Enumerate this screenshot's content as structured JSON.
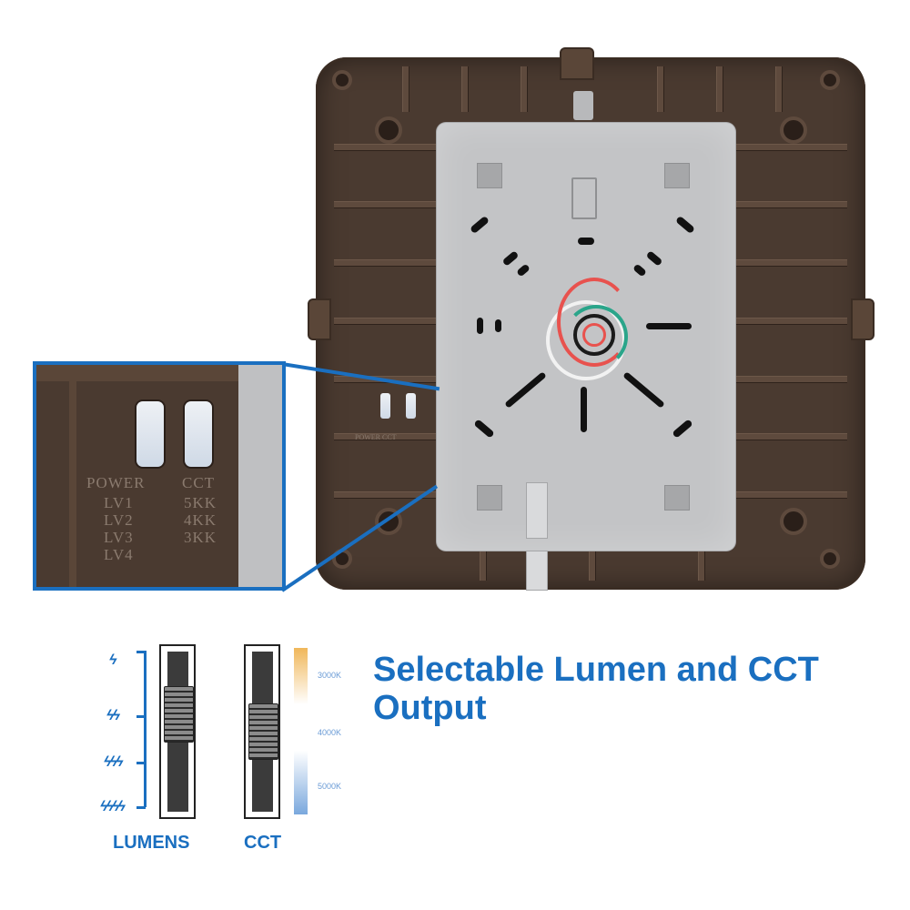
{
  "headline": {
    "line1": "Selectable Lumen and CCT",
    "line2": "Output"
  },
  "inset": {
    "power_label": "POWER",
    "cct_label": "CCT",
    "power_levels": [
      "LV1",
      "LV2",
      "LV3",
      "LV4"
    ],
    "cct_levels": [
      "5KK",
      "4KK",
      "3KK"
    ]
  },
  "legend": {
    "lumens_label": "LUMENS",
    "cct_label": "CCT",
    "lumen_steps": [
      "1 bolt",
      "2 bolts",
      "3 bolts",
      "4 bolts"
    ],
    "cct_scale": [
      "3000K",
      "4000K",
      "5000K"
    ]
  },
  "colors": {
    "accent_blue": "#1a6fc0",
    "fixture_bronze": "#4a3a30",
    "plate_silver": "#c3c4c6",
    "warm": "#f0b75a",
    "cool": "#7aa8dd"
  }
}
